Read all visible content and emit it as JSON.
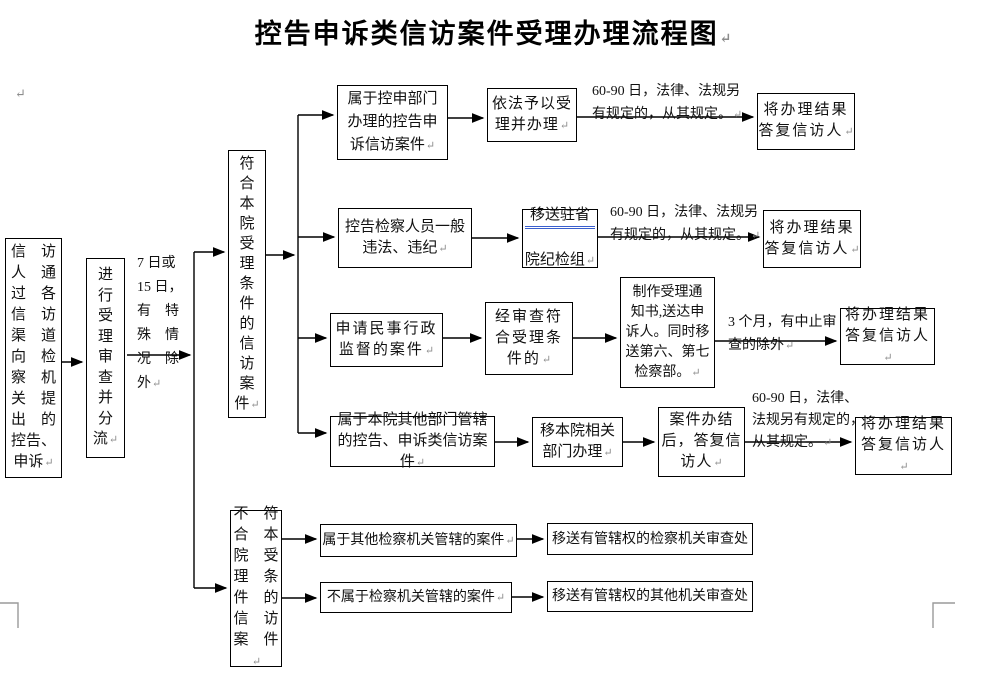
{
  "page": {
    "title": "控告申诉类信访案件受理办理流程图",
    "pilcrow": "↵"
  },
  "colors": {
    "box_border": "#000000",
    "spellcheck_underline": "#3a5fcd",
    "margin_crop_mark": "#9a9a9a",
    "formatting_mark": "#8c8c8c"
  },
  "nodes": {
    "source": "信　访\n人　通\n过　各\n信　访\n渠　道\n向　检\n察　机\n关　提\n出　的\n控告、\n申诉",
    "review": "进\n行\n受\n理\n审\n查\n并\n分\n流",
    "qualified": "符\n合\n本\n院\n受\n理\n条\n件\n的\n信\n访\n案\n件",
    "unqualified": "不　符\n合　本\n院　受\n理　条\n件　的\n信　访\n案　件",
    "b1_case": "属于控申部门\n办理的控告申\n诉信访案件",
    "b1_handle": "依法予以受\n理并办理",
    "b1_result": "将办理结果\n答复信访人",
    "b2_case": "控告检察人员一般\n违法、违纪",
    "b2_transfer_line1": "移送驻省",
    "b2_transfer_line2": "院纪检组",
    "b2_result": "将办理结果\n答复信访人",
    "b3_case": "申请民事行政\n监督的案件",
    "b3_review": "经审查符\n合受理条\n件的",
    "b3_notice": "制作受理通\n知书,送达申\n诉人。同时移\n送第六、第七\n检察部。",
    "b3_result": "将办理结果\n答复信访人",
    "b4_case": "属于本院其他部门管辖\n的控告、申诉类信访案件",
    "b4_transfer": "移本院相关\n部门办理",
    "b4_wrapup": "案件办结\n后，答复信\n访人",
    "b4_result": "将办理结果\n答复信访人",
    "b5_case": "属于其他检察机关管辖的案件",
    "b5_action": "移送有管辖权的检察机关审查处",
    "b6_case": "不属于检察机关管辖的案件",
    "b6_action": "移送有管辖权的其他机关审查处"
  },
  "labels": {
    "duration_review": "7 日或\n15 日，\n有　特\n殊　情\n况　除\n外",
    "b1_deadline": "60-90 日，法律、法规另\n有规定的，从其规定。",
    "b2_deadline": "60-90 日，法律、法规另\n有规定的，从其规定。",
    "b3_deadline": "3 个月，有中止审\n查的除外",
    "b4_deadline": "60-90 日，法律、\n法规另有规定的，\n从其规定。"
  }
}
